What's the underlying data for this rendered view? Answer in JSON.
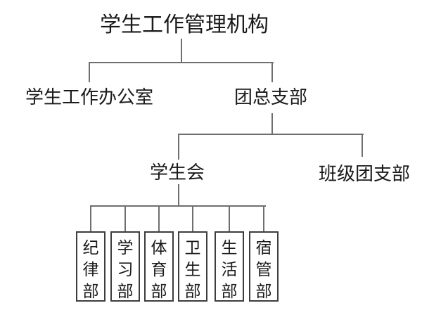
{
  "chart": {
    "type": "org-chart",
    "root": "学生工作管理机构",
    "level2": [
      {
        "label": "学生工作办公室",
        "parent": "学生工作管理机构"
      },
      {
        "label": "团总支部",
        "parent": "学生工作管理机构"
      }
    ],
    "level3": [
      {
        "label": "学生会",
        "parent": "团总支部"
      },
      {
        "label": "班级团支部",
        "parent": "团总支部"
      }
    ],
    "departments": [
      {
        "label": "纪律部",
        "parent": "学生会"
      },
      {
        "label": "学习部",
        "parent": "学生会"
      },
      {
        "label": "体育部",
        "parent": "学生会"
      },
      {
        "label": "卫生部",
        "parent": "学生会"
      },
      {
        "label": "生活部",
        "parent": "学生会"
      },
      {
        "label": "宿管部",
        "parent": "学生会"
      }
    ],
    "colors": {
      "background": "#ffffff",
      "line": "#6f6f6f",
      "box_border": "#3d3d3d",
      "text": "#1a1a1a"
    }
  }
}
